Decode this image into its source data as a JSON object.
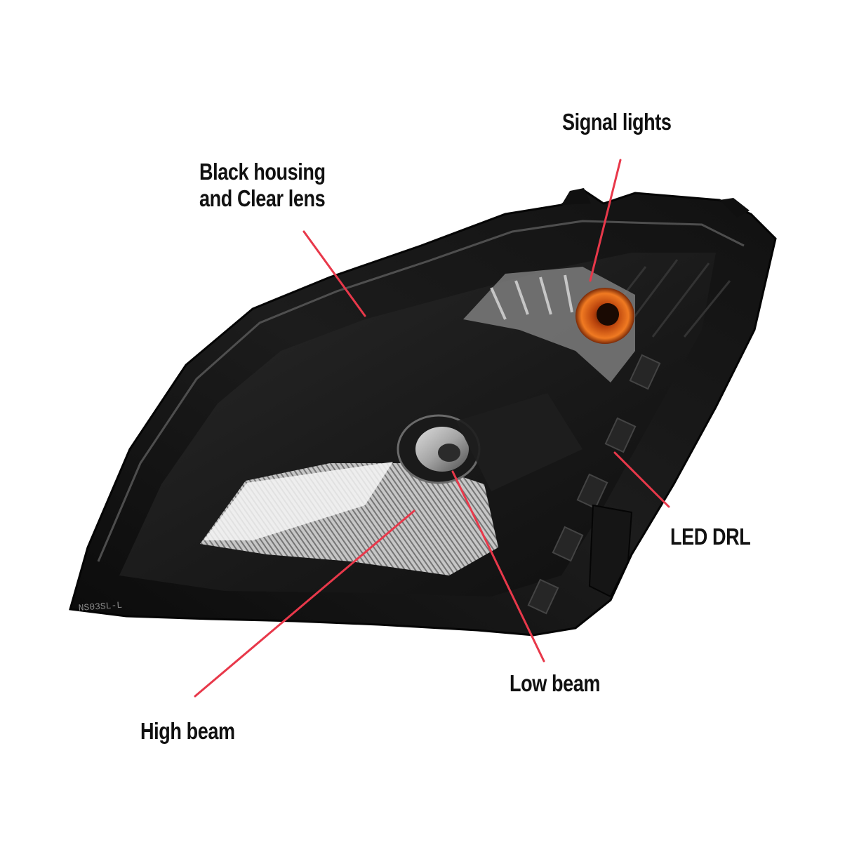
{
  "product": {
    "subject": "headlight",
    "housing_color": "#141414",
    "lens": "clear",
    "signal_color": "#e0661a"
  },
  "leader_color": "#e8384a",
  "callouts": {
    "housing": {
      "line1": "Black housing",
      "line2": "and Clear lens"
    },
    "signal": {
      "label": "Signal lights"
    },
    "drl": {
      "label": "LED DRL"
    },
    "low_beam": {
      "label": "Low beam"
    },
    "high_beam": {
      "label": "High beam"
    }
  },
  "housing_imprint": "NS03SL-L"
}
